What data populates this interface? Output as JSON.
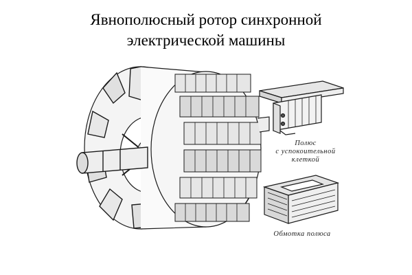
{
  "title": {
    "line1": "Явнополюсный ротор  синхронной",
    "line2": "электрической машины"
  },
  "labels": {
    "pole_line1": "Полюс",
    "pole_line2": "с успокоительной",
    "pole_line3": "клеткой",
    "winding": "Обмотка полюса"
  }
}
